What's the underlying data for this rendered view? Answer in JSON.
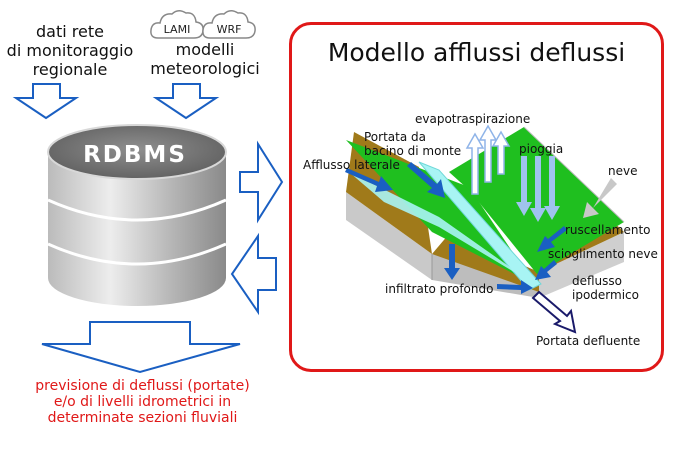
{
  "left_panel": {
    "data_source": "dati rete\ndi monitoraggio\nregionale",
    "weather_models": "modelli\nmeteorologici",
    "cloud_lami": "LAMI",
    "cloud_wrf": "WRF",
    "database_label": "RDBMS",
    "forecast": "previsione di deflussi (portate)\ne/o di livelli idrometrici in\ndeterminate sezioni fluviali"
  },
  "model": {
    "title": "Modello afflussi deflussi",
    "labels": {
      "evapotraspirazione": "evapotraspirazione",
      "portata_monte": "Portata da\nbacino di monte",
      "afflusso_laterale": "Afflusso laterale",
      "pioggia": "pioggia",
      "neve": "neve",
      "ruscellamento": "ruscellamento",
      "scioglimento_neve": "scioglimento neve",
      "deflusso_ipodermico": "deflusso\nipodermico",
      "infiltrato_profondo": "infiltrato profondo",
      "portata_defluente": "Portata defluente"
    }
  },
  "colors": {
    "arrow_blue": "#1a5fc2",
    "frame_red": "#e01818",
    "forecast_red": "#e01818",
    "land_green": "#1fbf1f",
    "soil_brown": "#a07a1a",
    "river_cyan": "#a8f4f4"
  }
}
